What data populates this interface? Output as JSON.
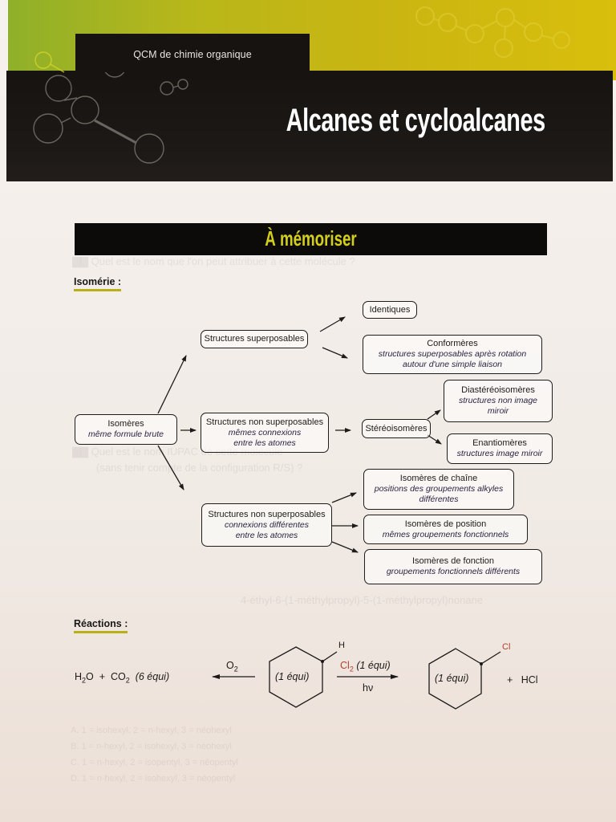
{
  "header": {
    "series_title": "QCM de chimie organique",
    "chapter_title": "Alcanes et cycloalcanes",
    "colors": {
      "green": "#8fb02a",
      "yellow": "#d9bf0c",
      "black": "#161311"
    }
  },
  "memo": {
    "title": "À mémoriser",
    "title_color": "#d3cf1c"
  },
  "isomerie": {
    "label": "Isomérie :",
    "root": {
      "title": "Isomères",
      "subtitle": "même formule brute"
    },
    "superposable": {
      "title": "Structures superposables"
    },
    "identiques": {
      "title": "Identiques"
    },
    "conformeres": {
      "title": "Conformères",
      "subtitle_line1": "structures superposables après rotation",
      "subtitle_line2": "autour d'une simple liaison"
    },
    "non_sup_same": {
      "title": "Structures non superposables",
      "subtitle_line1": "mêmes connexions",
      "subtitle_line2": "entre les atomes"
    },
    "stereo": {
      "title": "Stéréoisomères"
    },
    "diastereo": {
      "title": "Diastéréoisomères",
      "subtitle_line1": "structures non image",
      "subtitle_line2": "miroir"
    },
    "enantio": {
      "title": "Enantiomères",
      "subtitle": "structures image miroir"
    },
    "non_sup_diff": {
      "title": "Structures non superposables",
      "subtitle_line1": "connexions différentes",
      "subtitle_line2": "entre les atomes"
    },
    "chaine": {
      "title": "Isomères de chaîne",
      "subtitle_line1": "positions des groupements alkyles",
      "subtitle_line2": "différentes"
    },
    "position": {
      "title": "Isomères de position",
      "subtitle": "mêmes groupements fonctionnels"
    },
    "fonction": {
      "title": "Isomères de fonction",
      "subtitle": "groupements fonctionnels différents"
    }
  },
  "reactions": {
    "label": "Réactions :",
    "products_left": {
      "h2o": "H",
      "h2o_sub": "2",
      "h2o_tail": "O",
      "plus": "+",
      "co2": "CO",
      "co2_sub": "2",
      "co2_equi": "(6 équi)"
    },
    "combustion_reagent": {
      "o": "O",
      "sub": "2"
    },
    "reactant": {
      "equi": "(1 équi)",
      "h": "H"
    },
    "halogenation_reagent": {
      "cl": "Cl",
      "sub": "2",
      "equi": "(1 équi)",
      "condition": "hν"
    },
    "product": {
      "equi": "(1 équi)",
      "cl": "Cl",
      "plus": "+",
      "hcl": "HCl"
    },
    "cl_color": "#b0402c"
  }
}
